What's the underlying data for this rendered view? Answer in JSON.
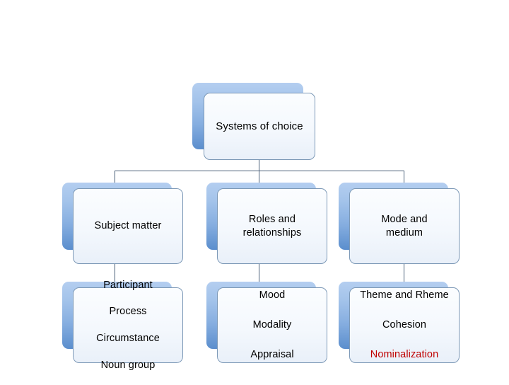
{
  "diagram": {
    "type": "hierarchy",
    "title": "Systems of choice",
    "background_color": "#ffffff",
    "accent_color": "#5b8ecd",
    "highlight_color": "#c00000",
    "connector_color": "#4a5f78",
    "root": {
      "label": "Systems of choice"
    },
    "level2": [
      {
        "label": "Subject matter"
      },
      {
        "label": "Roles and\nrelationships"
      },
      {
        "label": "Mode and\nmedium"
      }
    ],
    "level3": [
      {
        "lines": [
          {
            "text": "Participant",
            "color": "#000000"
          },
          {
            "text": "Process",
            "color": "#000000"
          },
          {
            "text": "Circumstance",
            "color": "#000000"
          },
          {
            "text": "Noun group",
            "color": "#000000"
          }
        ]
      },
      {
        "lines": [
          {
            "text": "Mood",
            "color": "#000000"
          },
          {
            "text": "Modality",
            "color": "#000000"
          },
          {
            "text": "Appraisal",
            "color": "#000000"
          }
        ]
      },
      {
        "lines": [
          {
            "text": "Theme and Rheme",
            "color": "#000000"
          },
          {
            "text": "Cohesion",
            "color": "#000000"
          },
          {
            "text": "Nominalization",
            "color": "#c00000"
          }
        ]
      }
    ]
  }
}
